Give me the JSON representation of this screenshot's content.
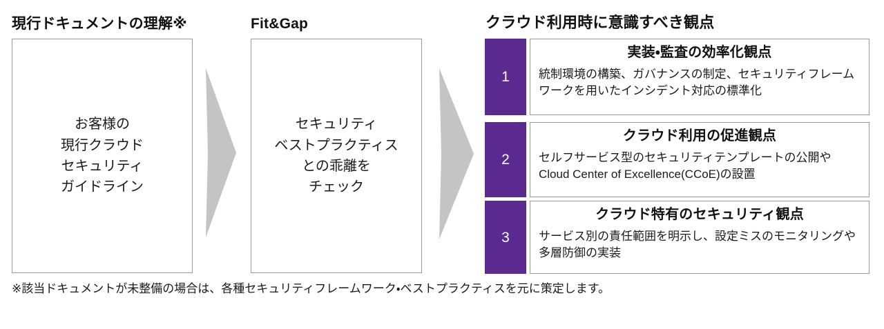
{
  "headings": {
    "current_doc": "現行ドキュメントの理解※",
    "fit_gap": "Fit&Gap",
    "cloud_perspectives": "クラウド利用時に意識すべき観点"
  },
  "flow": {
    "current_doc_box": "お客様の\n現行クラウド\nセキュリティ\nガイドライン",
    "fit_gap_box": "セキュリティ\nベストプラクティス\nとの乖離を\nチェック"
  },
  "perspectives": [
    {
      "number": "1",
      "title": "実装・監査の効率化観点",
      "body": "統制環境の構築、ガバナンスの制定、セキュリティフレームワークを用いたインシデント対応の標準化"
    },
    {
      "number": "2",
      "title": "クラウド利用の促進観点",
      "body": "セルフサービス型のセキュリティテンプレートの公開やCloud Center of Excellence(CCoE)の設置"
    },
    {
      "number": "3",
      "title": "クラウド特有のセキュリティ観点",
      "body": "サービス別の責任範囲を明示し、設定ミスのモニタリングや多層防御の実装"
    }
  ],
  "footnote": "※該当ドキュメントが未整備の場合は、各種セキュリティフレームワーク・ベストプラクティスを元に策定します。",
  "icons": {
    "arrow_1": "right-chevron-arrow",
    "arrow_2": "right-chevron-arrow"
  },
  "colors": {
    "accent_purple": "#5B2A90",
    "arrow_gray": "#C4C4C4",
    "border_gray": "#9A9A9A",
    "text": "#1A1A1A"
  }
}
